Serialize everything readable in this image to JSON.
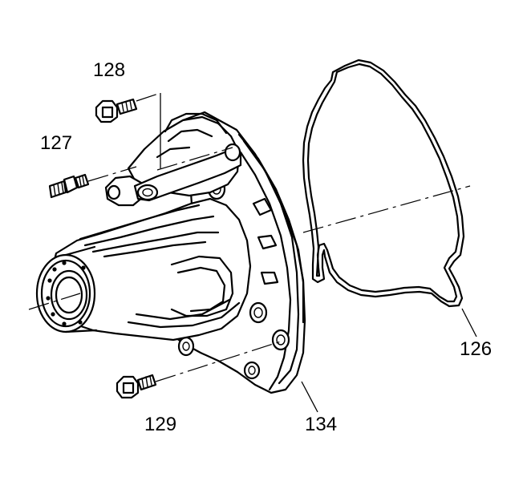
{
  "callouts": {
    "bolt_upper": "128",
    "stud": "127",
    "bolt_lower": "129",
    "gasket_cover": "134",
    "gasket": "126"
  },
  "colors": {
    "ink": "#000000",
    "paper": "#ffffff"
  }
}
